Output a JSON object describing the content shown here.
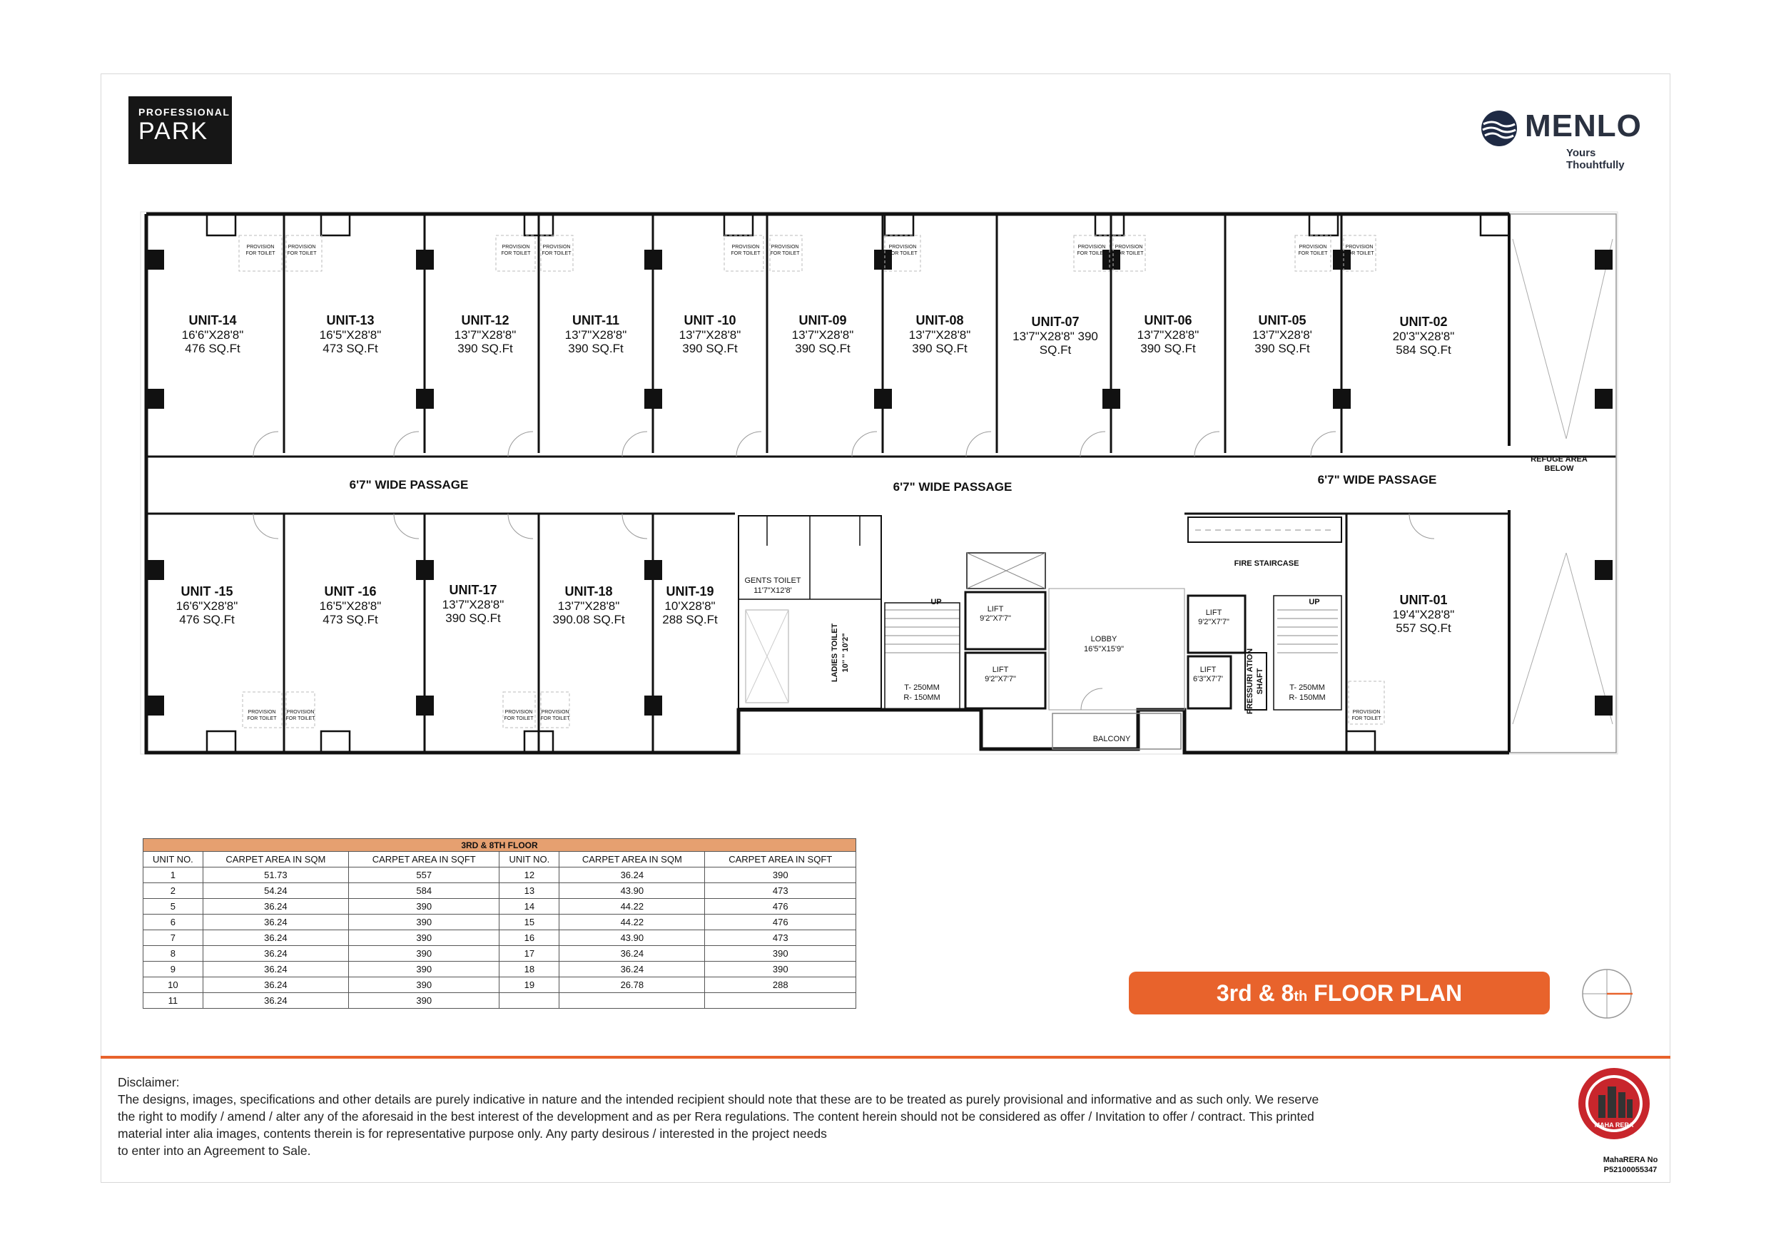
{
  "brand_left": {
    "line1": "PROFESSIONAL",
    "line2": "PARK"
  },
  "brand_right": {
    "name": "MENLO",
    "tagline": "Yours Thouhtfully"
  },
  "plan": {
    "units_top": [
      {
        "name": "UNIT-14",
        "size": "16'6\"X28'8\"",
        "area": "476 SQ.Ft"
      },
      {
        "name": "UNIT-13",
        "size": "16'5\"X28'8\"",
        "area": "473 SQ.Ft"
      },
      {
        "name": "UNIT-12",
        "size": "13'7\"X28'8\"",
        "area": "390 SQ.Ft"
      },
      {
        "name": "UNIT-11",
        "size": "13'7\"X28'8\"",
        "area": "390 SQ.Ft"
      },
      {
        "name": "UNIT -10",
        "size": "13'7\"X28'8\"",
        "area": "390 SQ.Ft"
      },
      {
        "name": "UNIT-09",
        "size": "13'7\"X28'8\"",
        "area": "390 SQ.Ft"
      },
      {
        "name": "UNIT-08",
        "size": "13'7\"X28'8\"",
        "area": "390 SQ.Ft"
      },
      {
        "name": "UNIT-07",
        "size": "13'7\"X28'8\" 390",
        "area": "SQ.Ft"
      },
      {
        "name": "UNIT-06",
        "size": "13'7\"X28'8\"",
        "area": "390 SQ.Ft"
      },
      {
        "name": "UNIT-05",
        "size": "13'7\"X28'8'",
        "area": "390 SQ.Ft"
      },
      {
        "name": "UNIT-02",
        "size": "20'3\"X28'8\"",
        "area": "584 SQ.Ft"
      }
    ],
    "units_bottom": [
      {
        "name": "UNIT -15",
        "size": "16'6\"X28'8\"",
        "area": "476 SQ.Ft"
      },
      {
        "name": "UNIT -16",
        "size": "16'5\"X28'8\"",
        "area": "473 SQ.Ft"
      },
      {
        "name": "UNIT-17",
        "size": "13'7\"X28'8\"",
        "area": "390 SQ.Ft"
      },
      {
        "name": "UNIT-18",
        "size": "13'7\"X28'8\"",
        "area": "390.08 SQ.Ft"
      },
      {
        "name": "UNIT-19",
        "size": "10'X28'8\"",
        "area": "288 SQ.Ft"
      },
      {
        "name": "UNIT-01",
        "size": "19'4\"X28'8\"",
        "area": "557 SQ.Ft"
      }
    ],
    "passage_label": "6'7\" WIDE PASSAGE",
    "provision_label_1": "PROVISION",
    "provision_label_2": "FOR TOILET",
    "refuge_1": "REFUGE AREA",
    "refuge_2": "BELOW",
    "gents_toilet": "GENTS TOILET",
    "gents_size": "11'7\"X12'8'",
    "ladies_toilet": "LADIES TOILET",
    "ladies_size": "10'' '' 10'2\"",
    "up": "UP",
    "tread": "T- 250MM",
    "riser": "R- 150MM",
    "lift": "LIFT",
    "lift_size": "9'2\"X7'7\"",
    "lift_small_size": "6'3\"X7'7'",
    "lobby": "LOBBY",
    "lobby_size": "16'5\"X15'9\"",
    "fire_staircase": "FIRE STAIRCASE",
    "balcony": "BALCONY",
    "pressurization_1": "PRESSURI ATION",
    "pressurization_2": "SHAFT"
  },
  "table": {
    "caption": "3RD & 8TH FLOOR",
    "headers": [
      "UNIT NO.",
      "CARPET AREA IN SQM",
      "CARPET AREA IN SQFT",
      "UNIT NO.",
      "CARPET AREA IN SQM",
      "CARPET AREA IN SQFT"
    ],
    "rows": [
      [
        "1",
        "51.73",
        "557",
        "12",
        "36.24",
        "390"
      ],
      [
        "2",
        "54.24",
        "584",
        "13",
        "43.90",
        "473"
      ],
      [
        "5",
        "36.24",
        "390",
        "14",
        "44.22",
        "476"
      ],
      [
        "6",
        "36.24",
        "390",
        "15",
        "44.22",
        "476"
      ],
      [
        "7",
        "36.24",
        "390",
        "16",
        "43.90",
        "473"
      ],
      [
        "8",
        "36.24",
        "390",
        "17",
        "36.24",
        "390"
      ],
      [
        "9",
        "36.24",
        "390",
        "18",
        "36.24",
        "390"
      ],
      [
        "10",
        "36.24",
        "390",
        "19",
        "26.78",
        "288"
      ],
      [
        "11",
        "36.24",
        "390",
        "",
        "",
        ""
      ]
    ]
  },
  "title": {
    "prefix": "3rd & 8",
    "sub": "th",
    "suffix": " FLOOR PLAN"
  },
  "disclaimer": {
    "heading": "Disclaimer:",
    "line1": "The designs, images, specifications and other details are purely indicative in nature and the intended recipient should note that these are to be treated as purely provisional and informative and as such only. We reserve",
    "line2": "the right to modify / amend / alter any of the aforesaid in the best interest of the development and as per Rera regulations. The content herein should not be considered as offer / Invitation to offer / contract. This printed",
    "line3": "material inter alia images, contents therein is for representative purpose only. Any party desirous / interested in the project needs",
    "line4": "to enter into an Agreement to Sale."
  },
  "rera": {
    "seal_text": "MAHA RERA",
    "label": "MahaRERA No",
    "number": "P52100055347"
  },
  "colors": {
    "accent": "#e8632c",
    "table_caption": "#e6a070",
    "wall": "#111111"
  }
}
